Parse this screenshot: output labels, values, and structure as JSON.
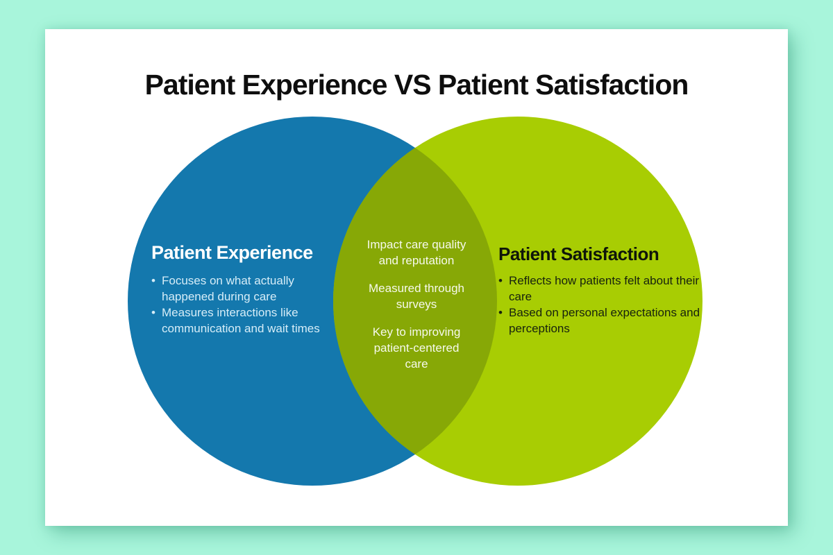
{
  "title": "Patient Experience VS Patient Satisfaction",
  "colors": {
    "background": "#a8f5db",
    "card": "#ffffff",
    "circle_left": "#1478ad",
    "circle_right": "#a8cd03",
    "overlap": "#87a806",
    "title_text": "#0e0e0e",
    "left_text": "#d6edf8",
    "right_text": "#17220e",
    "overlap_text": "#f6f9ec"
  },
  "venn": {
    "left": {
      "heading": "Patient Experience",
      "bullets": [
        "Focuses on what actually happened during care",
        "Measures interactions like communication and wait times"
      ]
    },
    "overlap": {
      "items": [
        [
          "Impact care quality",
          "and reputation"
        ],
        [
          "Measured through",
          "surveys"
        ],
        [
          "Key to improving",
          "patient-centered",
          "care"
        ]
      ]
    },
    "right": {
      "heading": "Patient Satisfaction",
      "bullets": [
        "Reflects how patients felt about their care",
        "Based on personal expectations and perceptions"
      ]
    }
  }
}
